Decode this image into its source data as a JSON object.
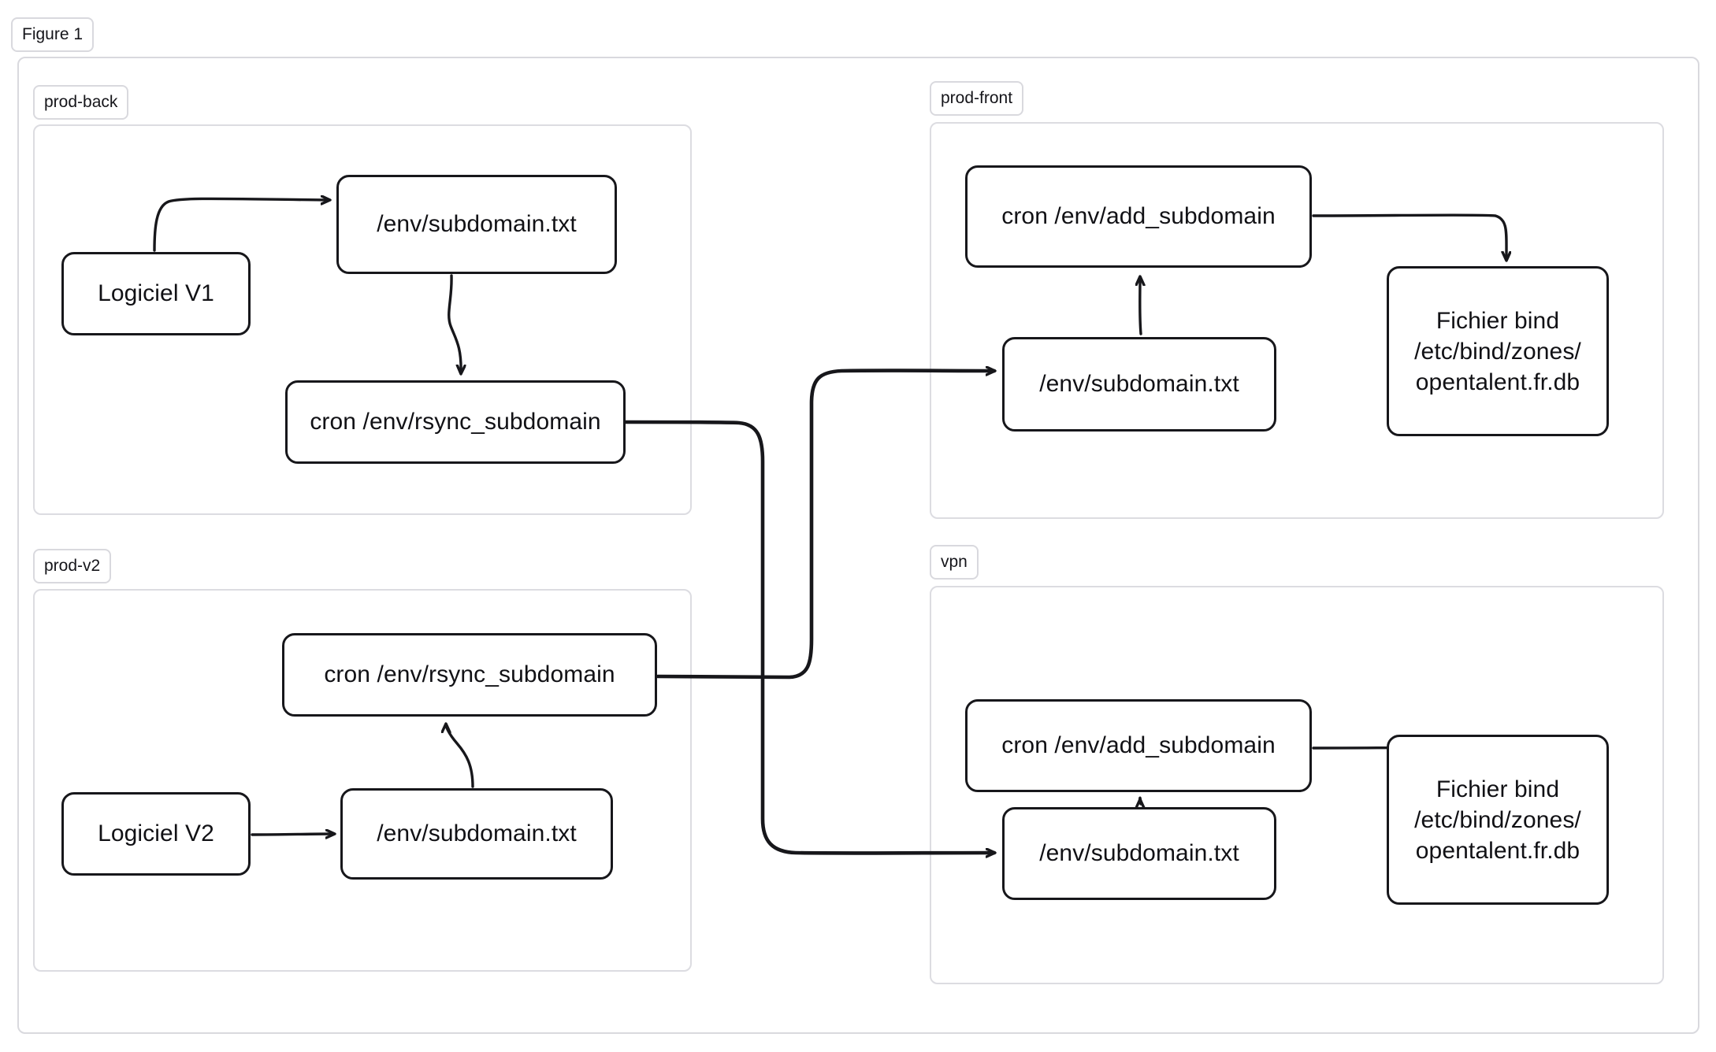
{
  "figure": {
    "label": "Figure 1"
  },
  "panels": [
    {
      "id": "prod-back",
      "label": "prod-back",
      "nodes": [
        {
          "id": "back-logiciel",
          "label": "Logiciel V1"
        },
        {
          "id": "back-subdomain",
          "label": "/env/subdomain.txt"
        },
        {
          "id": "back-rsync",
          "label": "cron /env/rsync_subdomain"
        }
      ]
    },
    {
      "id": "prod-front",
      "label": "prod-front",
      "nodes": [
        {
          "id": "front-add",
          "label": "cron /env/add_subdomain"
        },
        {
          "id": "front-subdomain",
          "label": "/env/subdomain.txt"
        },
        {
          "id": "front-bind",
          "label": "Fichier bind\n/etc/bind/zones/\nopentalent.fr.db"
        }
      ]
    },
    {
      "id": "prod-v2",
      "label": "prod-v2",
      "nodes": [
        {
          "id": "v2-logiciel",
          "label": "Logiciel V2"
        },
        {
          "id": "v2-subdomain",
          "label": "/env/subdomain.txt"
        },
        {
          "id": "v2-rsync",
          "label": "cron /env/rsync_subdomain"
        }
      ]
    },
    {
      "id": "vpn",
      "label": "vpn",
      "nodes": [
        {
          "id": "vpn-add",
          "label": "cron /env/add_subdomain"
        },
        {
          "id": "vpn-subdomain",
          "label": "/env/subdomain.txt"
        },
        {
          "id": "vpn-bind",
          "label": "Fichier bind\n/etc/bind/zones/\nopentalent.fr.db"
        }
      ]
    }
  ],
  "edges": [
    {
      "id": "e1",
      "from": "back-logiciel",
      "to": "back-subdomain",
      "arrow": true
    },
    {
      "id": "e2",
      "from": "back-subdomain",
      "to": "back-rsync",
      "arrow": true
    },
    {
      "id": "e3",
      "from": "back-rsync",
      "to": "vpn-subdomain",
      "arrow": true
    },
    {
      "id": "e4",
      "from": "v2-logiciel",
      "to": "v2-subdomain",
      "arrow": true
    },
    {
      "id": "e5",
      "from": "v2-subdomain",
      "to": "v2-rsync",
      "arrow": true
    },
    {
      "id": "e6",
      "from": "v2-rsync",
      "to": "front-subdomain",
      "arrow": true
    },
    {
      "id": "e7",
      "from": "front-subdomain",
      "to": "front-add",
      "arrow": true
    },
    {
      "id": "e8",
      "from": "front-add",
      "to": "front-bind",
      "arrow": true
    },
    {
      "id": "e9",
      "from": "vpn-subdomain",
      "to": "vpn-add",
      "arrow": true
    },
    {
      "id": "e10",
      "from": "vpn-add",
      "to": "vpn-bind",
      "arrow": true
    }
  ],
  "colors": {
    "node_stroke": "#17171b",
    "panel_stroke": "#dcdce1",
    "frame_stroke": "#d9d9de",
    "edge_stroke": "#17171b",
    "background": "#ffffff",
    "text": "#111115"
  }
}
